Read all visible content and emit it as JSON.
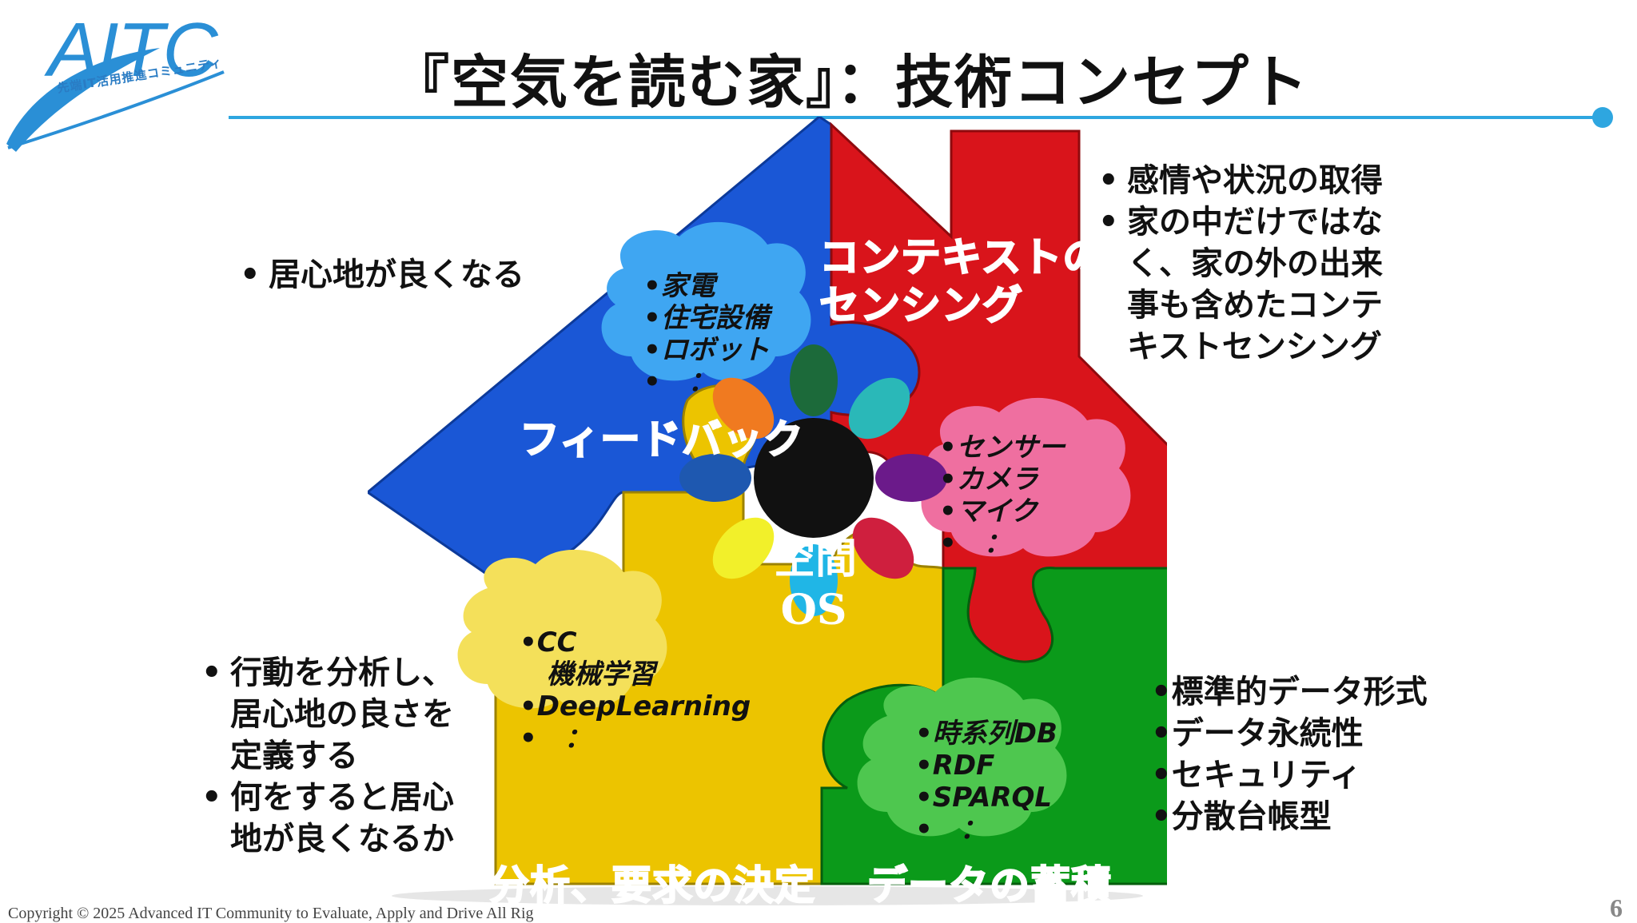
{
  "logo": {
    "name": "AITC",
    "subtitle": "先端IT活用推進コミュニティ"
  },
  "title": "『空気を読む家』：技術コンセプト",
  "left_top": {
    "bullets": [
      "居心地が良くなる"
    ]
  },
  "right_top": {
    "bullets": [
      [
        "感情や状況の取得"
      ],
      [
        "家の中だけではな",
        "く、家の外の出来",
        "事も含めたコンテ",
        "キストセンシング"
      ]
    ]
  },
  "left_bottom": {
    "bullets": [
      [
        "行動を分析し、",
        "居心地の良さを",
        "定義する"
      ],
      [
        "何をすると居心",
        "地が良くなるか"
      ]
    ]
  },
  "right_bottom": {
    "items": [
      "•標準的データ形式",
      "•データ永続性",
      "•セキュリティ",
      "•分散台帳型"
    ]
  },
  "pieces": {
    "feedback": {
      "label": "フィードバック",
      "cloud": [
        "•家電",
        "•住宅設備",
        "•ロボット",
        "•　："
      ]
    },
    "context": {
      "label_lines": [
        "コンテキストの",
        "センシング"
      ],
      "cloud": [
        "•センサー",
        "•カメラ",
        "•マイク",
        "•　："
      ]
    },
    "analysis": {
      "label": "分析、要求の決定",
      "cloud": [
        "•CC",
        "　機械学習",
        "•DeepLearning",
        "•　："
      ]
    },
    "storage": {
      "label": "データの蓄積",
      "cloud": [
        "•時系列DB",
        "•RDF",
        "•SPARQL",
        "•　："
      ]
    }
  },
  "center": {
    "line1": "空間",
    "line2": "OS"
  },
  "footer": {
    "copyright": "Copyright © 2025 Advanced IT Community to Evaluate, Apply and Drive All Rig",
    "page": "6"
  },
  "colors": {
    "blue": "#1a57d6",
    "red": "#d9141b",
    "yellow": "#ecc400",
    "green": "#0b9a1a",
    "accent_line": "#2ea6e0"
  }
}
